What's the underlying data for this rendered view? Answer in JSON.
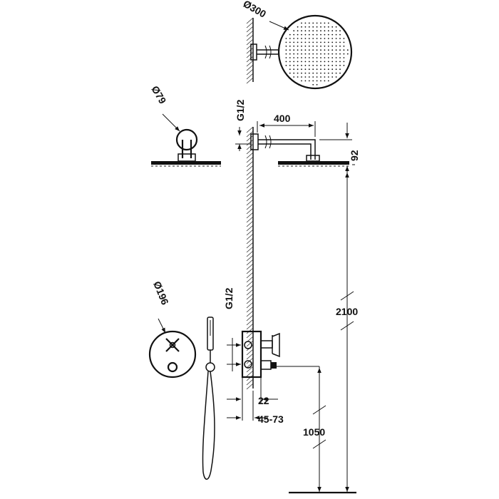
{
  "dimensions": {
    "shower_head_diameter": "Ø300",
    "wall_flange_diameter": "Ø79",
    "valve_plate_diameter": "Ø196",
    "thread_upper": "G1/2",
    "thread_lower": "G1/2",
    "arm_length": "400",
    "arm_drop": "92",
    "head_height": "2100",
    "valve_height": "1050",
    "valve_depth": "22",
    "valve_recess_range": "45-73"
  },
  "colors": {
    "line": "#111111",
    "background": "#ffffff"
  }
}
